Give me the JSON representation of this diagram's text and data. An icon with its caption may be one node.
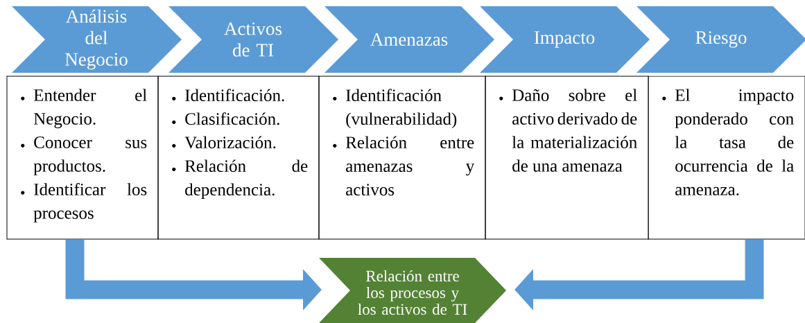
{
  "diagram": {
    "nodes": [
      {
        "text": [
          "Análisis del Negocio"
        ]
      },
      {
        "text": [
          "Activos de TI"
        ]
      },
      {
        "text": [
          "Amenazas"
        ]
      },
      {
        "text": [
          "Impacto"
        ]
      },
      {
        "text": [
          "Riesgo"
        ]
      },
      {
        "text": [
          "Entender el Negocio.",
          "Conocer sus productos.",
          "Identificar los procesos"
        ]
      },
      {
        "text": [
          "Identificación.",
          "Clasificación.",
          "Valorización.",
          "Relación de dependencia."
        ]
      },
      {
        "text": [
          "Identificación (vulnerabilidad)",
          "Relación entre amenazas y activos"
        ]
      },
      {
        "text": [
          "Daño sobre el activo derivado de la materialización de una amenaza"
        ]
      },
      {
        "text": [
          "El impacto ponderado con la tasa de ocurrencia de la amenaza."
        ]
      },
      {
        "text": [
          "Relación entre los procesos y los activos de TI"
        ]
      }
    ],
    "edges": [
      {
        "from": 5,
        "to": 10,
        "arrow": "to",
        "color": "#5b9bd5"
      },
      {
        "from": 9,
        "to": 10,
        "arrow": "to",
        "color": "#5b9bd5"
      }
    ]
  }
}
